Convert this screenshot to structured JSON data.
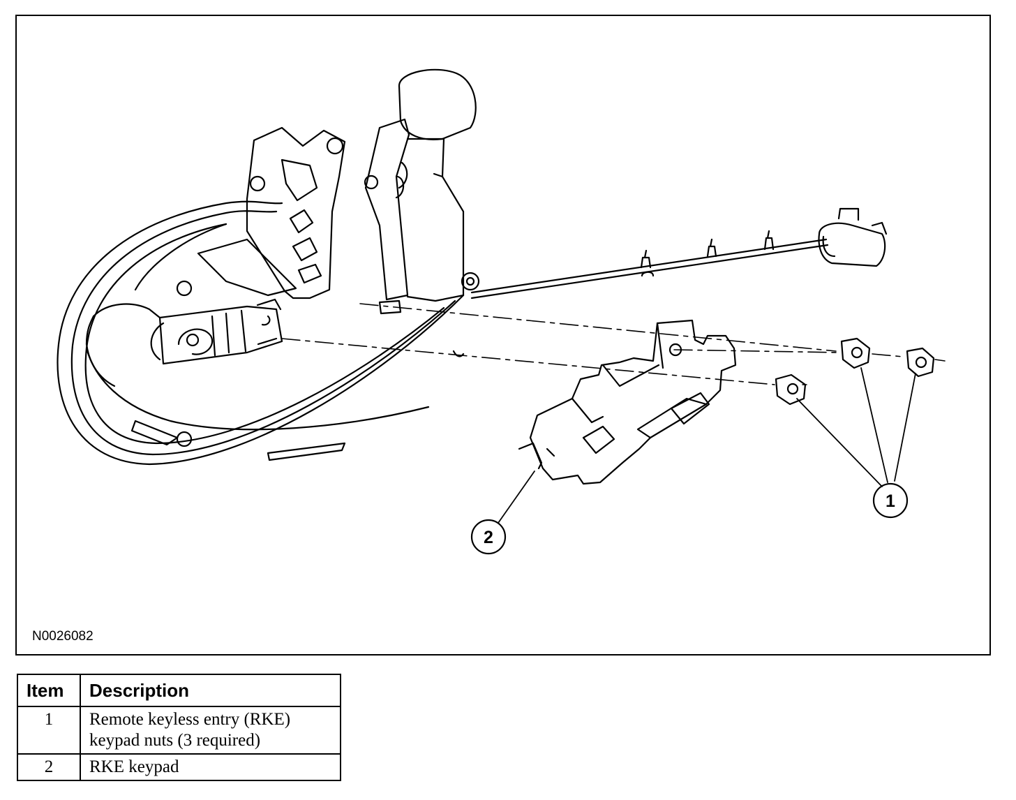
{
  "figure": {
    "code": "N0026082",
    "callouts": [
      {
        "label": "1"
      },
      {
        "label": "2"
      }
    ]
  },
  "legend": {
    "headers": {
      "item": "Item",
      "description": "Description"
    },
    "rows": [
      {
        "item": "1",
        "description_line1": "Remote keyless entry (RKE)",
        "description_line2": "keypad nuts (3 required)"
      },
      {
        "item": "2",
        "description_line1": "RKE keypad"
      }
    ]
  },
  "colors": {
    "line": "#000000",
    "background": "#ffffff"
  }
}
